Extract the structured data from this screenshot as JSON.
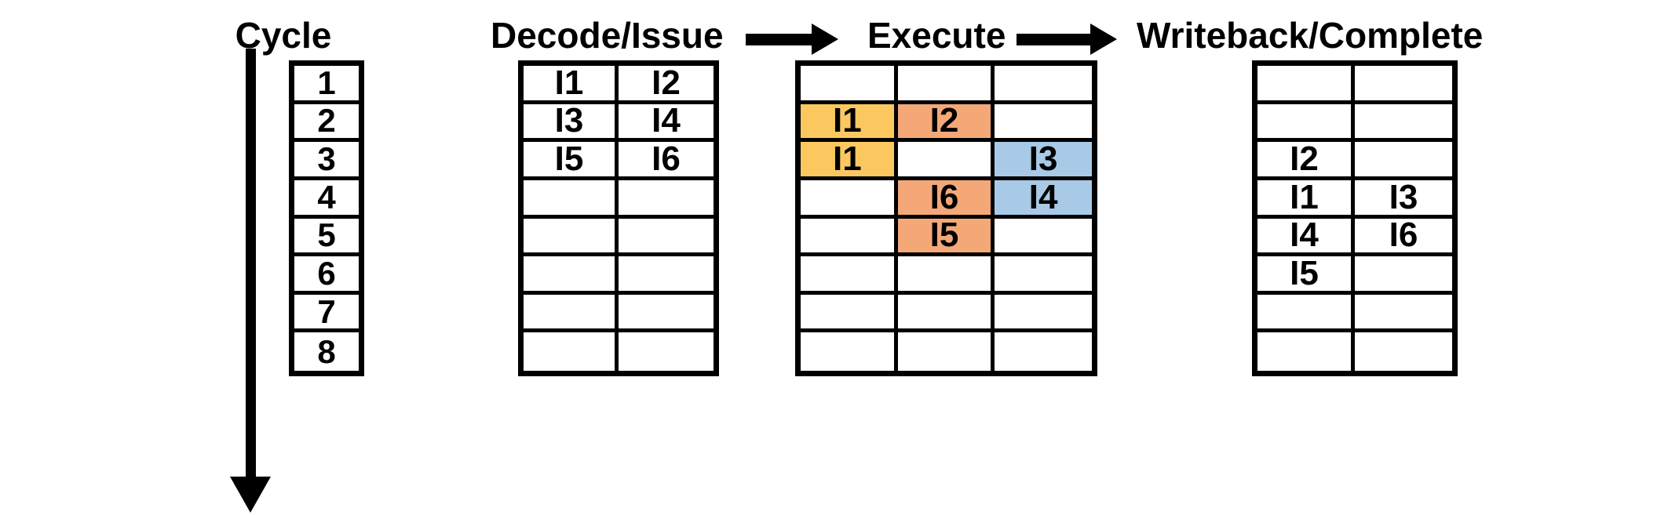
{
  "diagram": {
    "title_cycle": "Cycle",
    "colors": {
      "fill_yellow": "#fbc85f",
      "fill_orange": "#f4a878",
      "fill_blue": "#a8cae6",
      "fill_empty": "#ffffff",
      "stroke": "#000000",
      "text": "#000000",
      "background": "#ffffff"
    },
    "flow_arrows": [
      {
        "name": "arrow-decode-to-execute"
      },
      {
        "name": "arrow-execute-to-writeback"
      }
    ],
    "cycle_direction_arrow": {
      "name": "cycle-direction-down-arrow"
    },
    "stages": [
      {
        "id": "cycle",
        "title": "Cycle",
        "columns": 1,
        "rows": [
          [
            {
              "text": "1",
              "fill": "#ffffff"
            }
          ],
          [
            {
              "text": "2",
              "fill": "#ffffff"
            }
          ],
          [
            {
              "text": "3",
              "fill": "#ffffff"
            }
          ],
          [
            {
              "text": "4",
              "fill": "#ffffff"
            }
          ],
          [
            {
              "text": "5",
              "fill": "#ffffff"
            }
          ],
          [
            {
              "text": "6",
              "fill": "#ffffff"
            }
          ],
          [
            {
              "text": "7",
              "fill": "#ffffff"
            }
          ],
          [
            {
              "text": "8",
              "fill": "#ffffff"
            }
          ]
        ]
      },
      {
        "id": "decode-issue",
        "title": "Decode/Issue",
        "columns": 2,
        "rows": [
          [
            {
              "text": "I1",
              "fill": "#ffffff"
            },
            {
              "text": "I2",
              "fill": "#ffffff"
            }
          ],
          [
            {
              "text": "I3",
              "fill": "#ffffff"
            },
            {
              "text": "I4",
              "fill": "#ffffff"
            }
          ],
          [
            {
              "text": "I5",
              "fill": "#ffffff"
            },
            {
              "text": "I6",
              "fill": "#ffffff"
            }
          ],
          [
            {
              "text": "",
              "fill": "#ffffff"
            },
            {
              "text": "",
              "fill": "#ffffff"
            }
          ],
          [
            {
              "text": "",
              "fill": "#ffffff"
            },
            {
              "text": "",
              "fill": "#ffffff"
            }
          ],
          [
            {
              "text": "",
              "fill": "#ffffff"
            },
            {
              "text": "",
              "fill": "#ffffff"
            }
          ],
          [
            {
              "text": "",
              "fill": "#ffffff"
            },
            {
              "text": "",
              "fill": "#ffffff"
            }
          ],
          [
            {
              "text": "",
              "fill": "#ffffff"
            },
            {
              "text": "",
              "fill": "#ffffff"
            }
          ]
        ]
      },
      {
        "id": "execute",
        "title": "Execute",
        "columns": 3,
        "rows": [
          [
            {
              "text": "",
              "fill": "#ffffff"
            },
            {
              "text": "",
              "fill": "#ffffff"
            },
            {
              "text": "",
              "fill": "#ffffff"
            }
          ],
          [
            {
              "text": "I1",
              "fill": "#fbc85f"
            },
            {
              "text": "I2",
              "fill": "#f4a878"
            },
            {
              "text": "",
              "fill": "#ffffff"
            }
          ],
          [
            {
              "text": "I1",
              "fill": "#fbc85f"
            },
            {
              "text": "",
              "fill": "#ffffff"
            },
            {
              "text": "I3",
              "fill": "#a8cae6"
            }
          ],
          [
            {
              "text": "",
              "fill": "#ffffff"
            },
            {
              "text": "I6",
              "fill": "#f4a878"
            },
            {
              "text": "I4",
              "fill": "#a8cae6"
            }
          ],
          [
            {
              "text": "",
              "fill": "#ffffff"
            },
            {
              "text": "I5",
              "fill": "#f4a878"
            },
            {
              "text": "",
              "fill": "#ffffff"
            }
          ],
          [
            {
              "text": "",
              "fill": "#ffffff"
            },
            {
              "text": "",
              "fill": "#ffffff"
            },
            {
              "text": "",
              "fill": "#ffffff"
            }
          ],
          [
            {
              "text": "",
              "fill": "#ffffff"
            },
            {
              "text": "",
              "fill": "#ffffff"
            },
            {
              "text": "",
              "fill": "#ffffff"
            }
          ],
          [
            {
              "text": "",
              "fill": "#ffffff"
            },
            {
              "text": "",
              "fill": "#ffffff"
            },
            {
              "text": "",
              "fill": "#ffffff"
            }
          ]
        ]
      },
      {
        "id": "writeback-complete",
        "title": "Writeback/Complete",
        "columns": 2,
        "rows": [
          [
            {
              "text": "",
              "fill": "#ffffff"
            },
            {
              "text": "",
              "fill": "#ffffff"
            }
          ],
          [
            {
              "text": "",
              "fill": "#ffffff"
            },
            {
              "text": "",
              "fill": "#ffffff"
            }
          ],
          [
            {
              "text": "I2",
              "fill": "#ffffff"
            },
            {
              "text": "",
              "fill": "#ffffff"
            }
          ],
          [
            {
              "text": "I1",
              "fill": "#ffffff"
            },
            {
              "text": "I3",
              "fill": "#ffffff"
            }
          ],
          [
            {
              "text": "I4",
              "fill": "#ffffff"
            },
            {
              "text": "I6",
              "fill": "#ffffff"
            }
          ],
          [
            {
              "text": "I5",
              "fill": "#ffffff"
            },
            {
              "text": "",
              "fill": "#ffffff"
            }
          ],
          [
            {
              "text": "",
              "fill": "#ffffff"
            },
            {
              "text": "",
              "fill": "#ffffff"
            }
          ],
          [
            {
              "text": "",
              "fill": "#ffffff"
            },
            {
              "text": "",
              "fill": "#ffffff"
            }
          ]
        ]
      }
    ]
  }
}
